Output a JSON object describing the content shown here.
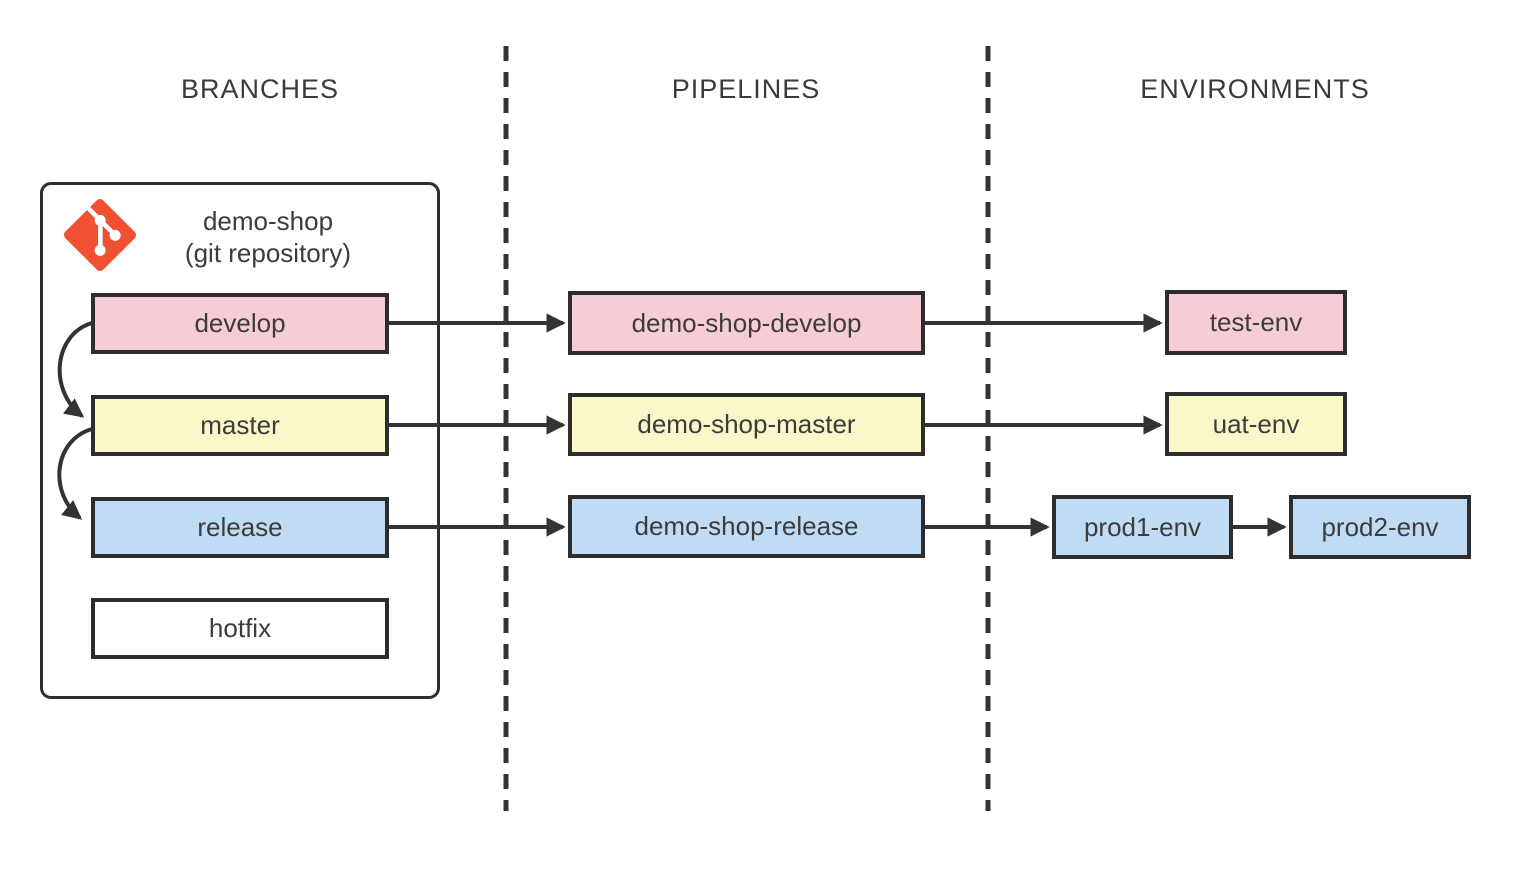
{
  "columns": [
    {
      "label": "BRANCHES"
    },
    {
      "label": "PIPELINES"
    },
    {
      "label": "ENVIRONMENTS"
    }
  ],
  "repository": {
    "name": "demo-shop",
    "subtitle": "(git repository)",
    "icon": "git-logo-icon",
    "branches": [
      {
        "label": "develop",
        "color": "#F6CDD4"
      },
      {
        "label": "master",
        "color": "#FAF7C9"
      },
      {
        "label": "release",
        "color": "#C0DCF5"
      },
      {
        "label": "hotfix",
        "color": "#FFFFFF"
      }
    ]
  },
  "pipelines": [
    {
      "label": "demo-shop-develop",
      "color": "#F6CDD4"
    },
    {
      "label": "demo-shop-master",
      "color": "#FAF7C9"
    },
    {
      "label": "demo-shop-release",
      "color": "#C0DCF5"
    }
  ],
  "environments": [
    {
      "label": "test-env",
      "color": "#F6CDD4"
    },
    {
      "label": "uat-env",
      "color": "#FAF7C9"
    },
    {
      "label": "prod1-env",
      "color": "#C0DCF5"
    },
    {
      "label": "prod2-env",
      "color": "#C0DCF5"
    }
  ],
  "connections": [
    "develop -> master",
    "master -> release",
    "develop -> demo-shop-develop",
    "master -> demo-shop-master",
    "release -> demo-shop-release",
    "demo-shop-develop -> test-env",
    "demo-shop-master -> uat-env",
    "demo-shop-release -> prod1-env",
    "prod1-env -> prod2-env"
  ],
  "colors": {
    "border": "#2D2D2D",
    "arrow": "#333333",
    "text": "#3C3C3C",
    "git_icon": "#F05133",
    "pink": "#F6CDD4",
    "yellow": "#FAF7C9",
    "blue": "#C0DCF5"
  }
}
